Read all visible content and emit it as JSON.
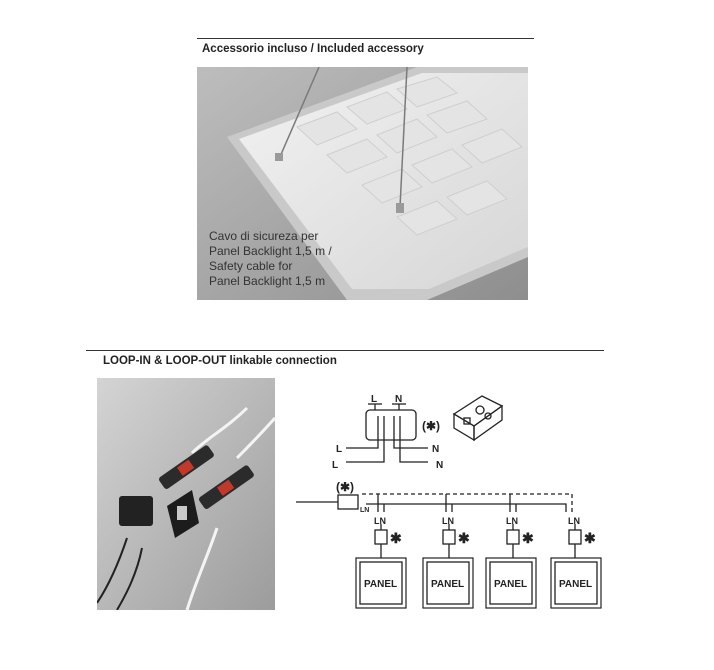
{
  "section_accessory": {
    "title": "Accessorio incluso / Included accessory",
    "caption_lines": [
      "Cavo di sicureza per",
      "Panel Backlight 1,5 m /",
      "Safety cable for",
      "Panel Backlight 1,5 m"
    ]
  },
  "section_loop": {
    "title": "LOOP-IN & LOOP-OUT linkable connection",
    "terminal_top_l": "L",
    "terminal_top_n": "N",
    "wire_left_l1": "L",
    "wire_left_l2": "L",
    "wire_right_n1": "N",
    "wire_right_n2": "N",
    "asterisk_note": "(✱)",
    "mains_symbol": "(✱)",
    "mains_ln": "LN",
    "panel_ln": "LN",
    "star": "✱",
    "panel_label": "PANEL"
  },
  "colors": {
    "ink": "#222222",
    "photo_grey": "#a9a9a9",
    "driver_red": "#c0392b"
  }
}
